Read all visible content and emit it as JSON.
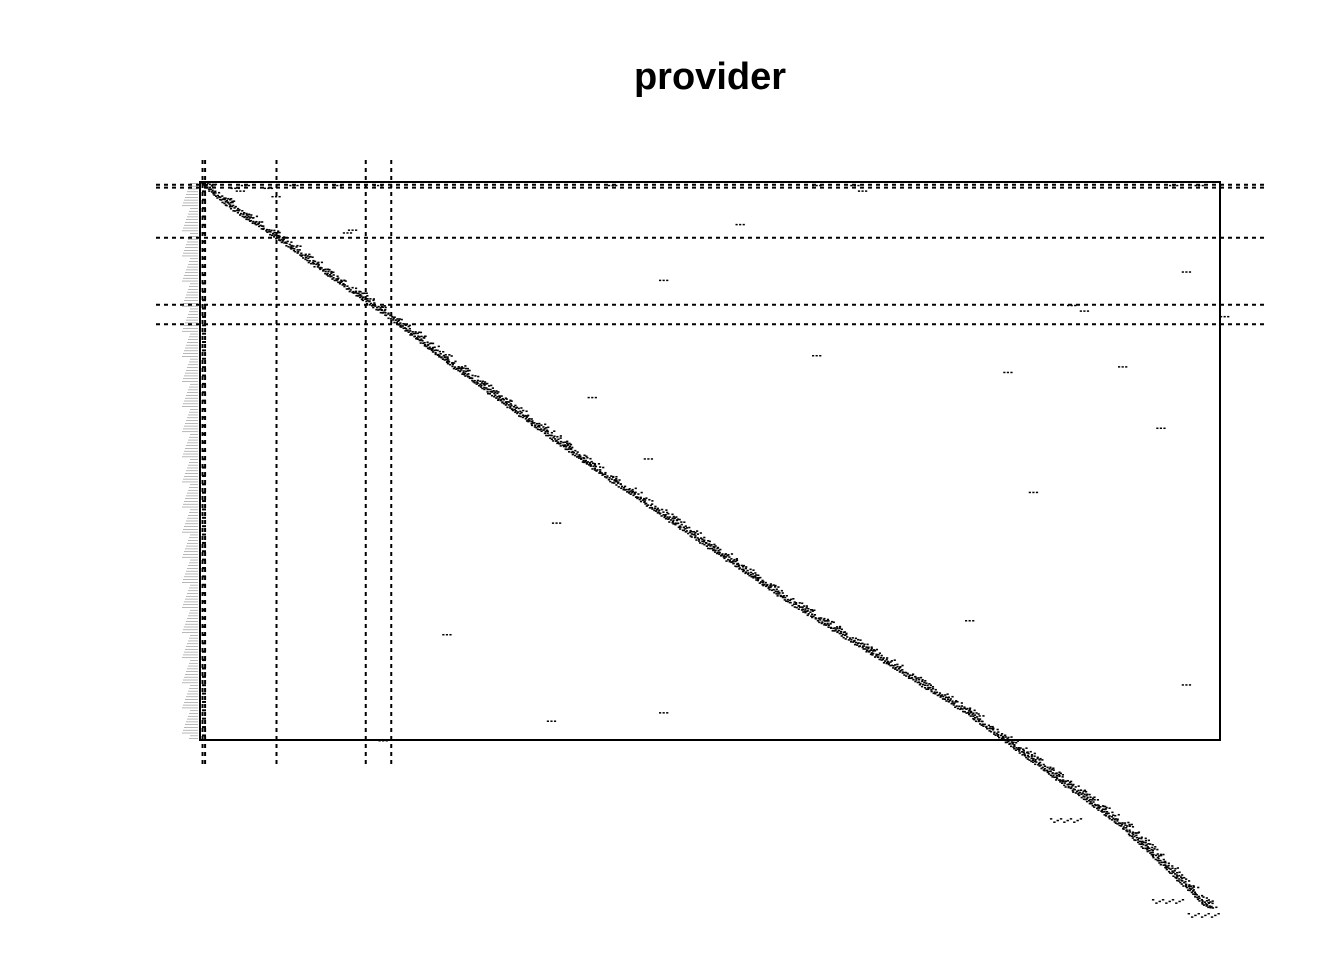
{
  "chart_data": {
    "type": "heatmap",
    "title": "provider",
    "xlabel": "",
    "ylabel": "",
    "n_rows": 200,
    "n_cols": 400,
    "colors": {
      "mark": "#000000",
      "row_labels": "#9a9a9a",
      "frame": "#000000"
    },
    "block_breaks_rows": [
      1,
      2,
      20,
      44,
      51
    ],
    "block_breaks_cols": [
      1,
      2,
      30,
      65,
      75
    ],
    "diagonal_points": [
      [
        0,
        0
      ],
      [
        10,
        8
      ],
      [
        30,
        20
      ],
      [
        65,
        43
      ],
      [
        75,
        49
      ],
      [
        90,
        60
      ],
      [
        150,
        100
      ],
      [
        230,
        150
      ],
      [
        300,
        190
      ],
      [
        360,
        230
      ],
      [
        395,
        260
      ],
      [
        345,
        228
      ],
      [
        385,
        257
      ],
      [
        399,
        262
      ]
    ],
    "scatter_cells": [
      [
        12,
        2
      ],
      [
        14,
        3
      ],
      [
        16,
        1
      ],
      [
        25,
        2
      ],
      [
        28,
        5
      ],
      [
        35,
        1
      ],
      [
        52,
        1
      ],
      [
        68,
        1
      ],
      [
        160,
        1
      ],
      [
        240,
        1
      ],
      [
        255,
        1
      ],
      [
        258,
        3
      ],
      [
        380,
        1
      ],
      [
        390,
        1
      ],
      [
        56,
        18
      ],
      [
        58,
        17
      ],
      [
        180,
        35
      ],
      [
        240,
        62
      ],
      [
        315,
        68
      ],
      [
        360,
        66
      ],
      [
        385,
        32
      ],
      [
        152,
        77
      ],
      [
        174,
        99
      ],
      [
        95,
        162
      ],
      [
        138,
        122
      ],
      [
        136,
        193
      ],
      [
        300,
        157
      ],
      [
        340,
        44
      ],
      [
        345,
        46
      ],
      [
        400,
        48
      ],
      [
        375,
        88
      ],
      [
        325,
        111
      ],
      [
        385,
        180
      ],
      [
        180,
        190
      ],
      [
        70,
        200
      ],
      [
        210,
        15
      ]
    ]
  }
}
